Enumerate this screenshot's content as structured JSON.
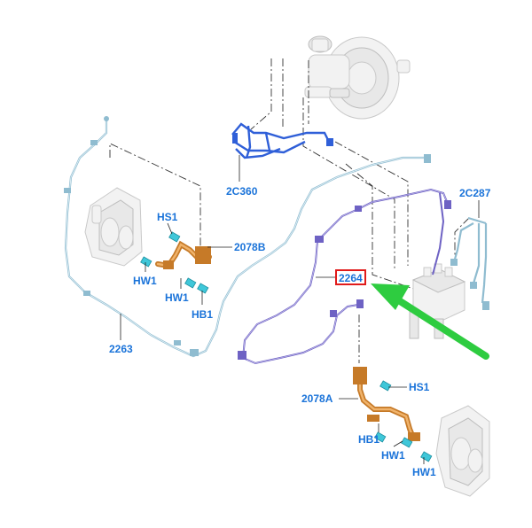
{
  "labels": {
    "l_2c360": "2C360",
    "l_2c287": "2C287",
    "l_2264": "2264",
    "l_2263": "2263",
    "l_2078b": "2078B",
    "l_2078a": "2078A",
    "l_hs1_top": "HS1",
    "l_hs1_bot": "HS1",
    "l_hw1_a": "HW1",
    "l_hw1_b": "HW1",
    "l_hb1_top": "HB1",
    "l_hb1_bot": "HB1",
    "l_hw1_c": "HW1",
    "l_hw1_d": "HW1"
  },
  "highlight": {
    "part": "2264",
    "box_color": "#e01b1b",
    "arrow_color": "#2ecc40"
  },
  "colors": {
    "label": "#1a73d9",
    "hose": "#c67a28",
    "tube_light_blue": "#8fbcd0",
    "tube_purple": "#6e62c4",
    "tube_blue": "#2f5fd8"
  }
}
